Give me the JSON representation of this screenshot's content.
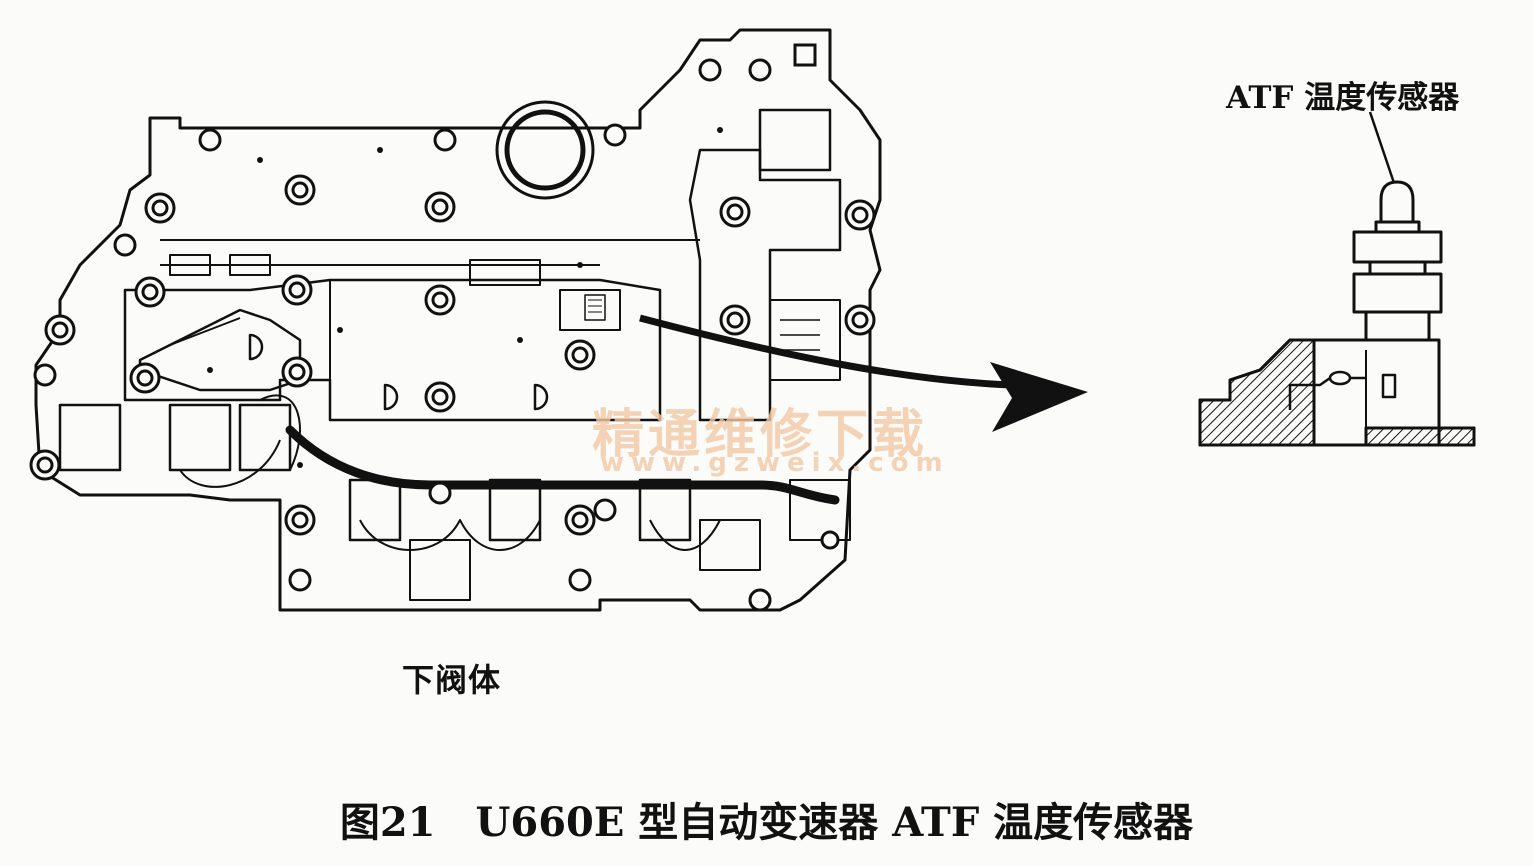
{
  "labels": {
    "valve_body": "下阀体",
    "sensor": "ATF 温度传感器"
  },
  "caption": "图21　U660E 型自动变速器 ATF 温度传感器",
  "watermark": {
    "line1": "精通维修下载",
    "line2": "www.gzweix.com"
  },
  "colors": {
    "ink": "#111111",
    "paper": "#fbfbf9",
    "watermark": "#f2c9a6"
  }
}
